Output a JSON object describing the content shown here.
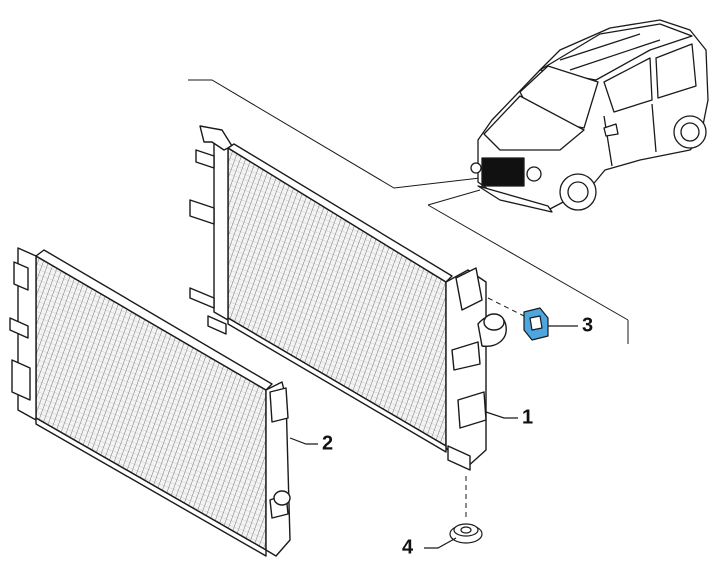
{
  "diagram": {
    "colors": {
      "line": "#1a1a1a",
      "fin_fill": "#f2f2f2",
      "highlight_part": "#4da6e0",
      "grille_highlight": "#111111"
    },
    "callouts": [
      {
        "id": "radiator",
        "label": "1"
      },
      {
        "id": "condenser",
        "label": "2"
      },
      {
        "id": "bracket",
        "label": "3"
      },
      {
        "id": "plug",
        "label": "4"
      }
    ]
  }
}
